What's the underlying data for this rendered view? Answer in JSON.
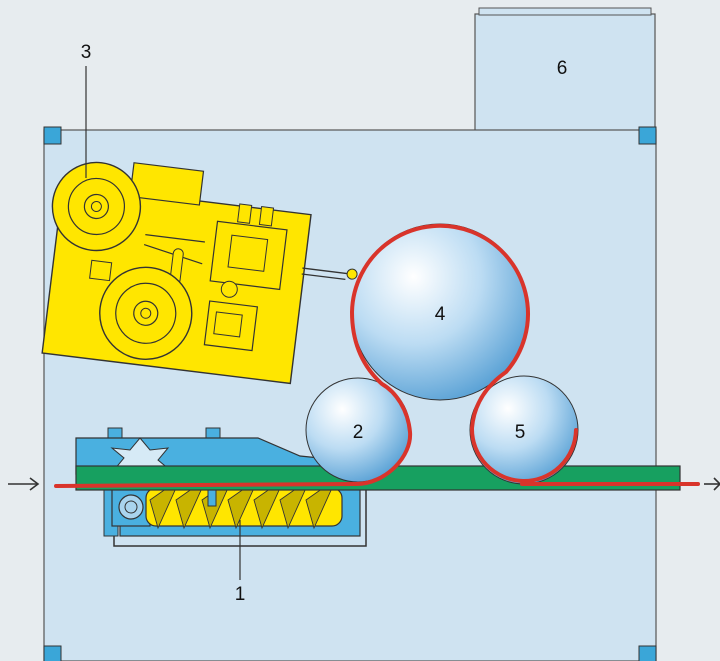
{
  "labels": {
    "l1": "1",
    "l2": "2",
    "l3": "3",
    "l4": "4",
    "l5": "5",
    "l6": "6"
  },
  "colors": {
    "background": "#e7ecef",
    "frame": "#cfe3f1",
    "corner": "#3aa6d8",
    "machine_yellow": "#ffe600",
    "table_blue": "#4ab0e0",
    "belt_green": "#17a060",
    "path_red": "#d9342b"
  }
}
